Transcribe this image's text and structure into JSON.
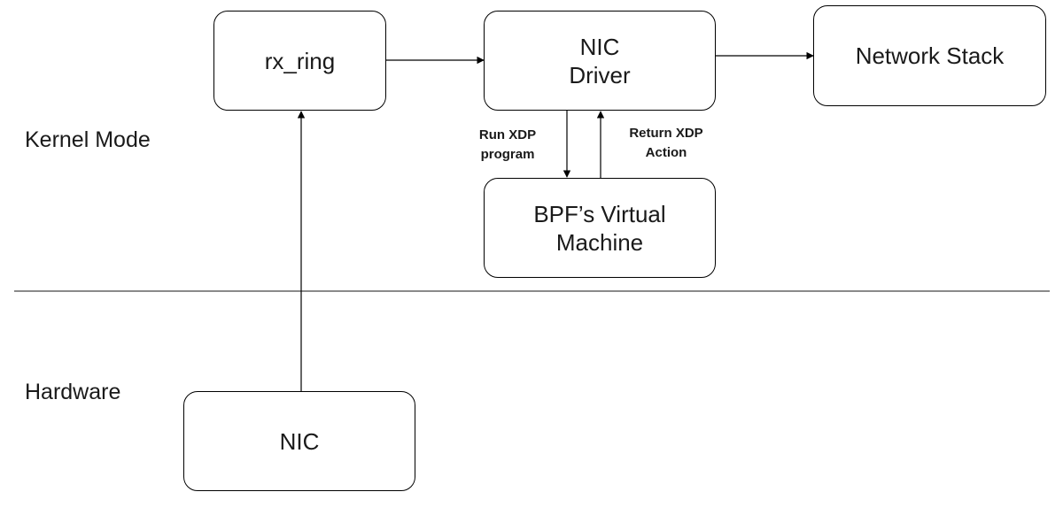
{
  "zones": {
    "kernel": "Kernel Mode",
    "hardware": "Hardware"
  },
  "nodes": {
    "rx_ring": {
      "label": "rx_ring"
    },
    "nic_driver": {
      "line1": "NIC",
      "line2": "Driver"
    },
    "network_stack": {
      "label": "Network Stack"
    },
    "bpf_vm": {
      "line1": "BPF’s Virtual",
      "line2": "Machine"
    },
    "nic": {
      "label": "NIC"
    }
  },
  "edges": {
    "run_xdp": {
      "line1": "Run XDP",
      "line2": "program"
    },
    "return_xdp": {
      "line1": "Return XDP",
      "line2": "Action"
    }
  },
  "colors": {
    "stroke": "#000000",
    "divider": "#444444"
  }
}
